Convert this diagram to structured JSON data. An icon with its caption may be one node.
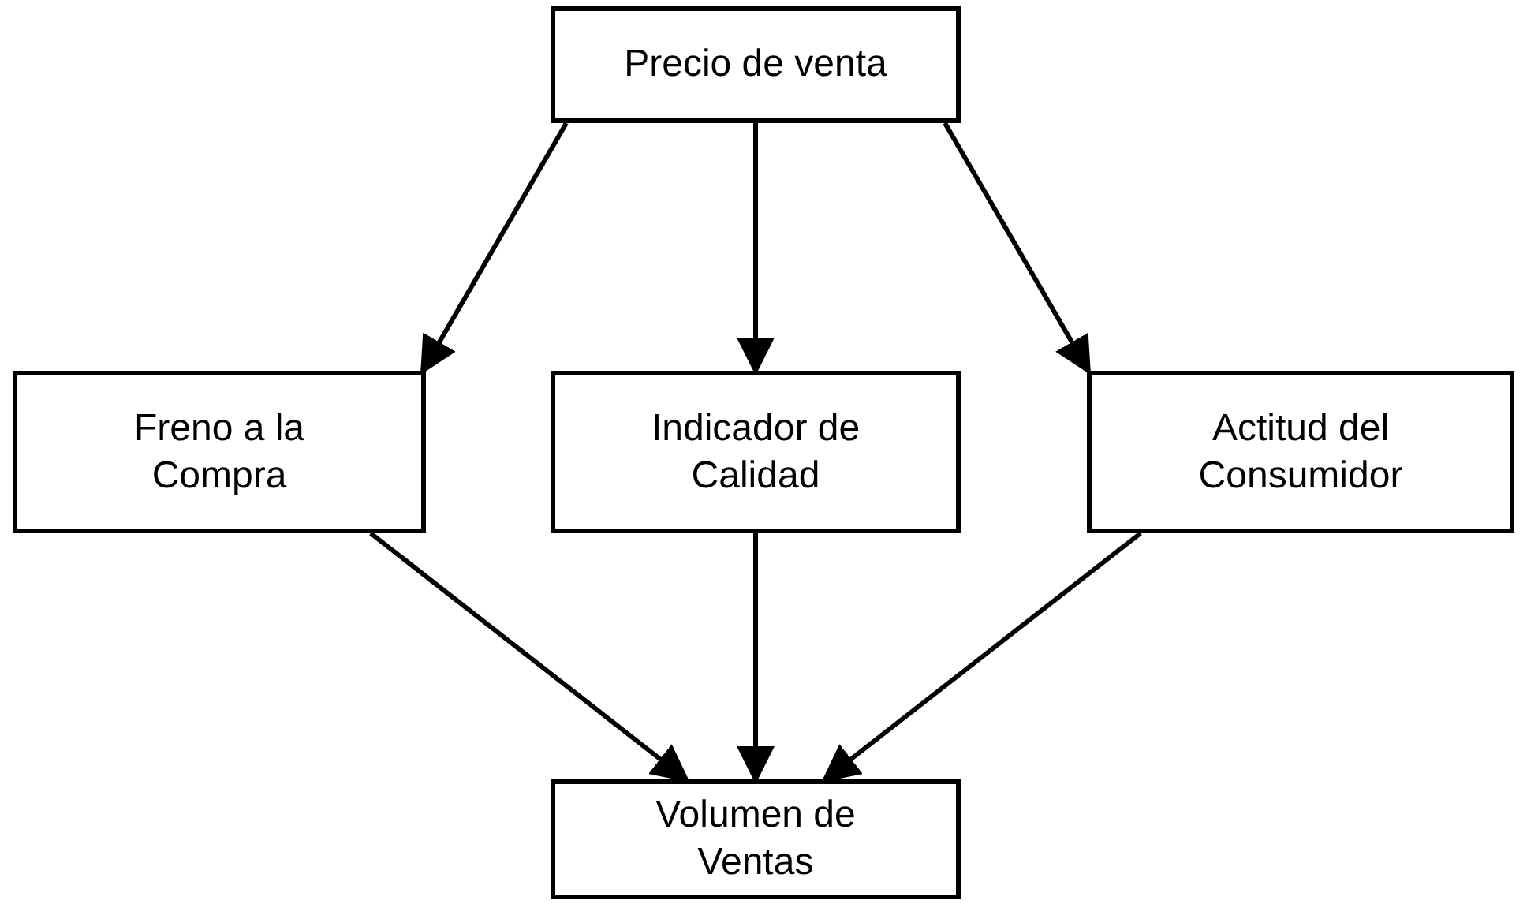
{
  "diagram": {
    "nodes": [
      {
        "text": [
          "Precio de venta"
        ]
      },
      {
        "text": [
          "Freno a la Compra"
        ]
      },
      {
        "text": [
          "Indicador de Calidad"
        ]
      },
      {
        "text": [
          "Actitud del Consumidor"
        ]
      },
      {
        "text": [
          "Volumen de Ventas"
        ]
      }
    ],
    "edges": [
      {
        "from": 0,
        "to": 1,
        "arrow": "to"
      },
      {
        "from": 0,
        "to": 2,
        "arrow": "to"
      },
      {
        "from": 0,
        "to": 3,
        "arrow": "to"
      },
      {
        "from": 1,
        "to": 4,
        "arrow": "to"
      },
      {
        "from": 2,
        "to": 4,
        "arrow": "to"
      },
      {
        "from": 3,
        "to": 4,
        "arrow": "to"
      }
    ]
  }
}
